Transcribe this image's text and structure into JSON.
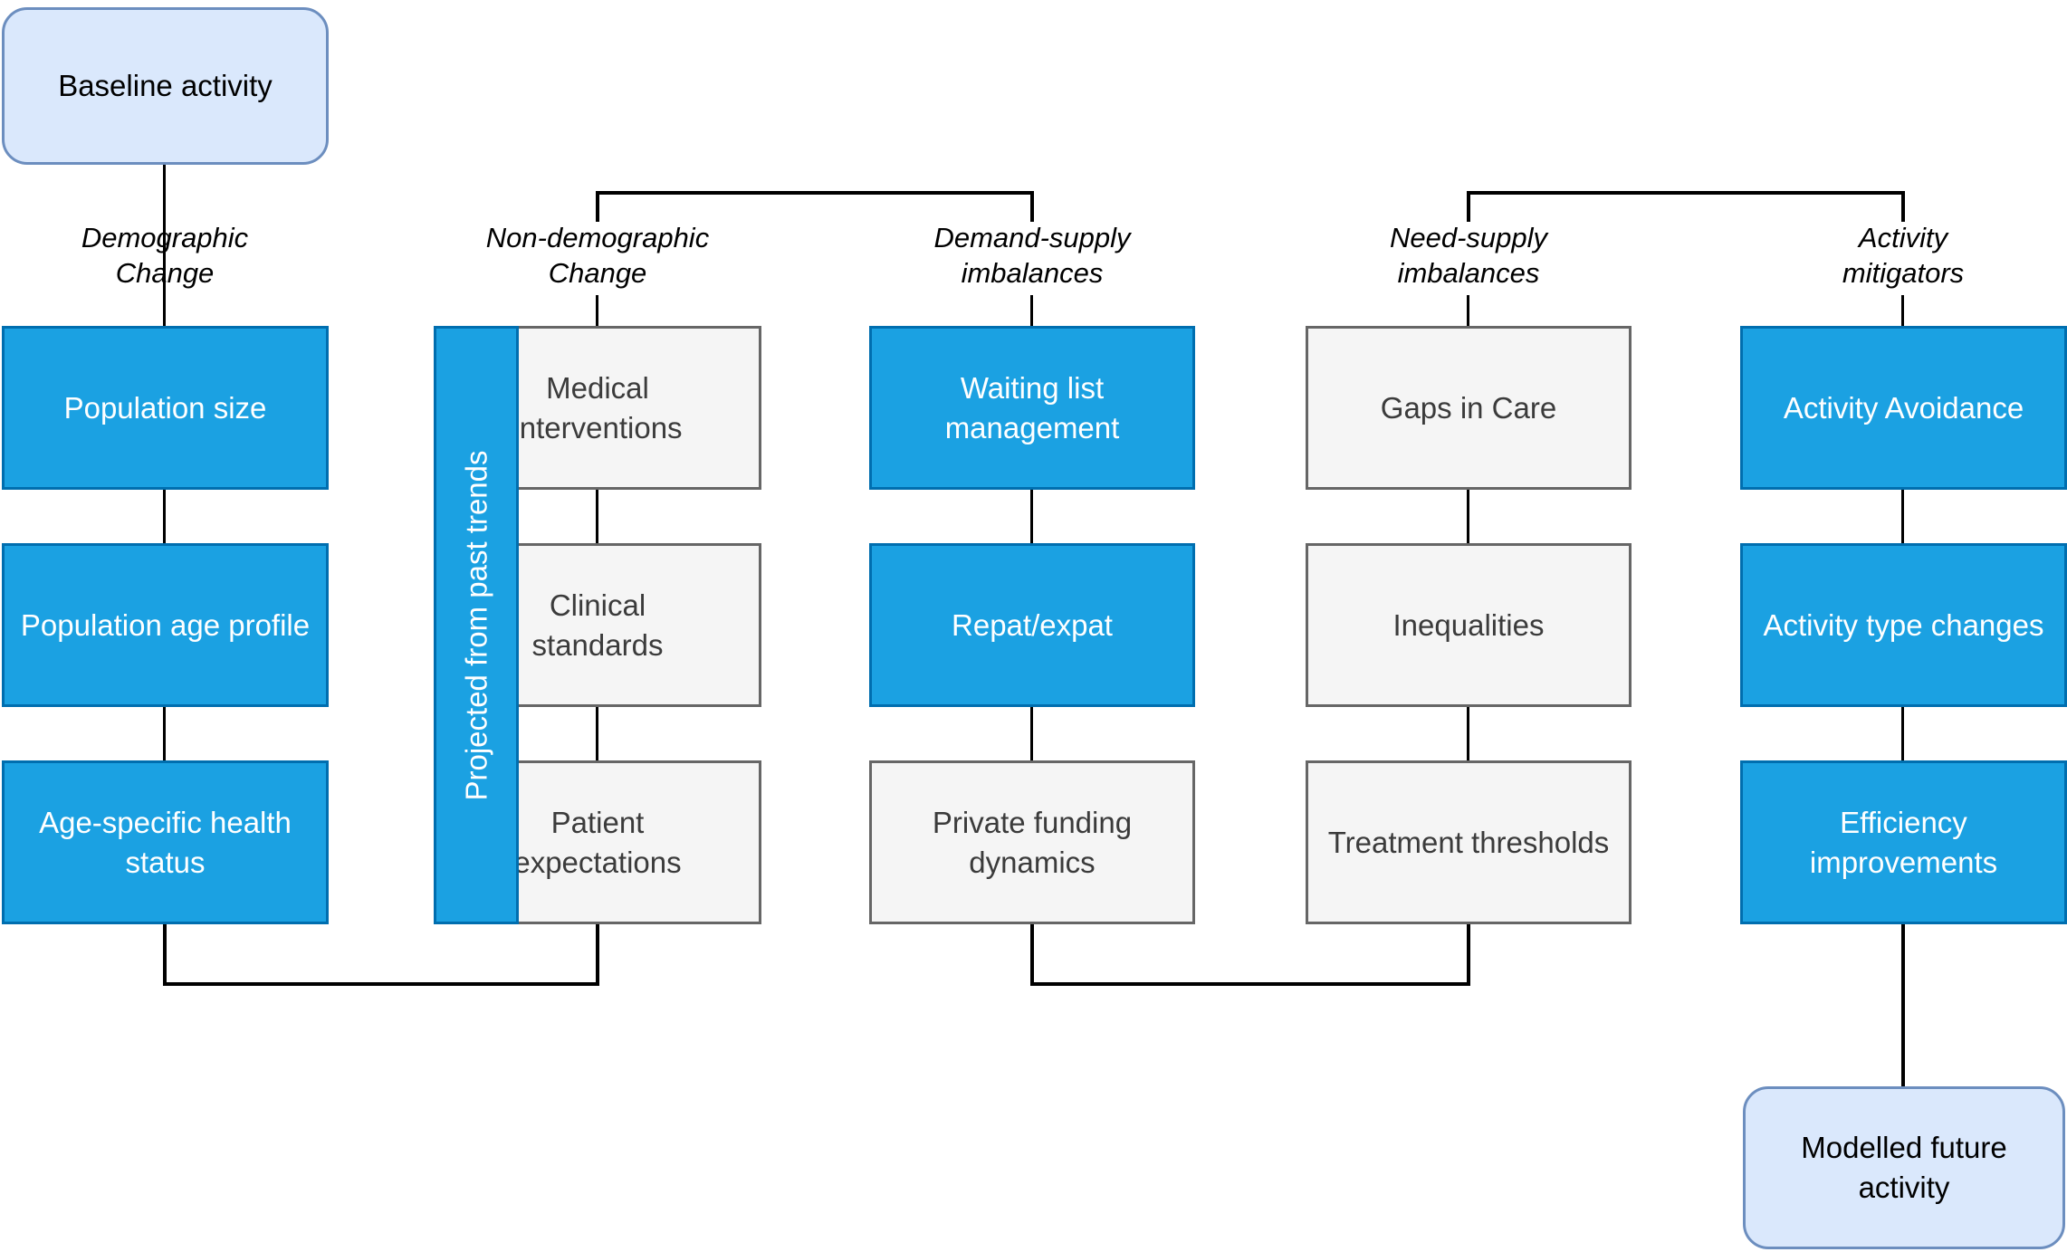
{
  "colors": {
    "blue_fill": "#1ba1e2",
    "blue_border": "#006eaf",
    "gray_fill": "#f5f5f5",
    "gray_border": "#666666",
    "light_blue_fill": "#dae8fc",
    "light_blue_border": "#6c8ebf",
    "connector": "#000000",
    "box_text_light": "#ffffff",
    "box_text_dark": "#3b3b3b"
  },
  "start_node": {
    "label": "Baseline activity"
  },
  "banner": {
    "label": "Projected from past trends"
  },
  "columns": [
    {
      "header": "Demographic\nChange",
      "boxes": [
        {
          "label": "Population size"
        },
        {
          "label": "Population age profile"
        },
        {
          "label": "Age-specific health\nstatus"
        }
      ]
    },
    {
      "header": "Non-demographic\nChange",
      "boxes": [
        {
          "label": "Medical\ninterventions"
        },
        {
          "label": "Clinical\nstandards"
        },
        {
          "label": "Patient\nexpectations"
        }
      ]
    },
    {
      "header": "Demand-supply\nimbalances",
      "boxes": [
        {
          "label": "Waiting list\nmanagement"
        },
        {
          "label": "Repat/expat"
        },
        {
          "label": "Private funding\ndynamics"
        }
      ]
    },
    {
      "header": "Need-supply\nimbalances",
      "boxes": [
        {
          "label": "Gaps in Care"
        },
        {
          "label": "Inequalities"
        },
        {
          "label": "Treatment thresholds"
        }
      ]
    },
    {
      "header": "Activity\nmitigators",
      "boxes": [
        {
          "label": "Activity Avoidance"
        },
        {
          "label": "Activity type changes"
        },
        {
          "label": "Efficiency\nimprovements"
        }
      ]
    }
  ],
  "end_node": {
    "label": "Modelled future\nactivity"
  }
}
